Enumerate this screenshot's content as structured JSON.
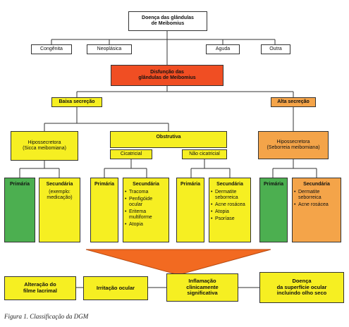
{
  "root": {
    "label": "Doença das glândulas\nde Meibomius"
  },
  "categories": [
    "Congênita",
    "Neoplásica",
    "Aguda",
    "Outra"
  ],
  "dgm": {
    "label": "Disfunção das\nglândulas de Meibomius"
  },
  "baixa": {
    "label": "Baixa secreção"
  },
  "alta": {
    "label": "Alta secreção"
  },
  "hipossecretora": {
    "label": "Hipossecretora\n(Sicca meibomiana)"
  },
  "obstrutiva": {
    "label": "Obstrutiva",
    "cicatricial": "Cicatricial",
    "nao_cicatricial": "Não cicatricial"
  },
  "hiperssecretora": {
    "label": "Hipossecretora\n(Seborreia meibomiana)"
  },
  "primaria_label": "Primária",
  "secundaria_label": "Secundária",
  "sicca_secundaria": {
    "text": "(exemplo:\nmedicação)"
  },
  "cicatricial_items": [
    "Tracoma",
    "Penfigóide ocular",
    "Eritema multiforme",
    "Atopia"
  ],
  "nao_cicatricial_items": [
    "Dermatite seborreica",
    "Acne rosácea",
    "Atopia",
    "Psoríase"
  ],
  "seborreia_items": [
    "Dermatite seborreica",
    "Acne rosácea"
  ],
  "outcomes": [
    "Alteração do\nfilme lacrimal",
    "Irritação ocular",
    "Inflamação\nclinicamente\nsignificativa",
    "Doença\nda superfície ocular\nincluindo olho seco"
  ],
  "caption": "Figura 1. Classificação da DGM",
  "colors": {
    "yellow": "#f6ef22",
    "orange": "#f4a449",
    "red": "#f04e23",
    "green": "#4caf50"
  }
}
